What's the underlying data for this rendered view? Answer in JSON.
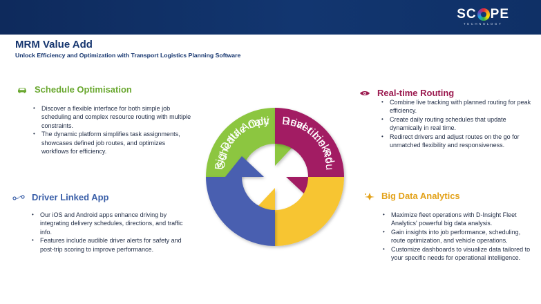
{
  "header": {
    "logo_main": "SC",
    "logo_rest": "PE",
    "logo_sub": "TECHNOLOGY"
  },
  "page": {
    "title": "MRM Value Add",
    "subtitle": "Unlock Efficiency and Optimization with Transport Logistics Planning Software"
  },
  "sections": {
    "schedule": {
      "title": "Schedule Optimisation",
      "icon": "car-icon",
      "color": "#6aa830",
      "bullets": [
        "Discover a flexible interface for both simple job scheduling and complex resource routing with multiple constraints.",
        "The dynamic platform simplifies task assignments, showcases defined job routes, and optimizes workflows for efficiency."
      ]
    },
    "driver": {
      "title": "Driver Linked App",
      "icon": "route-icon",
      "color": "#3a5fa8",
      "bullets": [
        "Our iOS and Android apps enhance driving by integrating delivery schedules, directions, and traffic info.",
        "Features include audible driver alerts for safety and post-trip scoring to improve performance."
      ]
    },
    "realtime": {
      "title": "Real-time Routing",
      "icon": "eye-icon",
      "color": "#9b1a4f",
      "bullets": [
        "Combine live tracking with planned routing for peak efficiency.",
        "Create daily routing schedules that update dynamically in real time.",
        "Redirect drivers and adjust routes on the go for unmatched flexibility and responsiveness."
      ]
    },
    "bigdata": {
      "title": "Big Data Analytics",
      "icon": "sparkle-icon",
      "color": "#e3a21a",
      "bullets": [
        "Maximize fleet operations with D-Insight Fleet Analytics' powerful big data analysis.",
        "Gain insights into job performance, scheduling, route optimization, and vehicle operations.",
        "Customize dashboards to visualize data tailored to your specific needs for operational intelligence."
      ]
    }
  },
  "cycle": {
    "labels": {
      "schedule": "Schedule Optimisation",
      "realtime": "Real-time Routing",
      "bigdata": "Big Data Analytics",
      "driver": "Driver Linked App"
    },
    "colors": {
      "green": "#8cc63f",
      "purple": "#a21e63",
      "yellow": "#f7c531",
      "blue": "#4a5eb0"
    }
  }
}
